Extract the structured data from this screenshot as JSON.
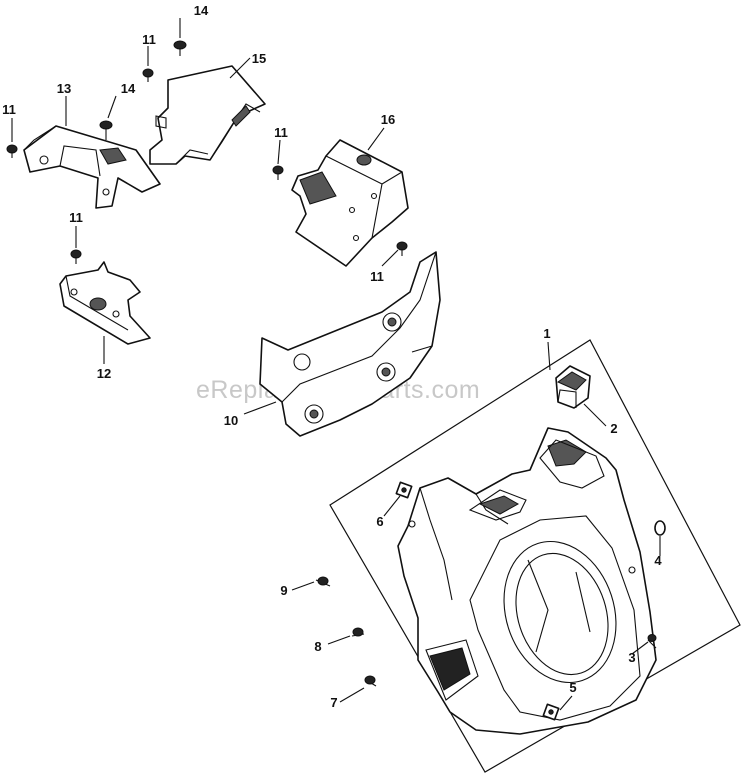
{
  "watermark": "eReplacementParts.com",
  "callouts": [
    {
      "id": "c14a",
      "label": "14"
    },
    {
      "id": "c11a",
      "label": "11"
    },
    {
      "id": "c15",
      "label": "15"
    },
    {
      "id": "c11b",
      "label": "11"
    },
    {
      "id": "c13",
      "label": "13"
    },
    {
      "id": "c14b",
      "label": "14"
    },
    {
      "id": "c11c",
      "label": "11"
    },
    {
      "id": "c16",
      "label": "16"
    },
    {
      "id": "c11d",
      "label": "11"
    },
    {
      "id": "c11e",
      "label": "11"
    },
    {
      "id": "c12",
      "label": "12"
    },
    {
      "id": "c1",
      "label": "1"
    },
    {
      "id": "c10",
      "label": "10"
    },
    {
      "id": "c2",
      "label": "2"
    },
    {
      "id": "c6",
      "label": "6"
    },
    {
      "id": "c4",
      "label": "4"
    },
    {
      "id": "c9",
      "label": "9"
    },
    {
      "id": "c8",
      "label": "8"
    },
    {
      "id": "c3",
      "label": "3"
    },
    {
      "id": "c7",
      "label": "7"
    },
    {
      "id": "c5",
      "label": "5"
    }
  ]
}
